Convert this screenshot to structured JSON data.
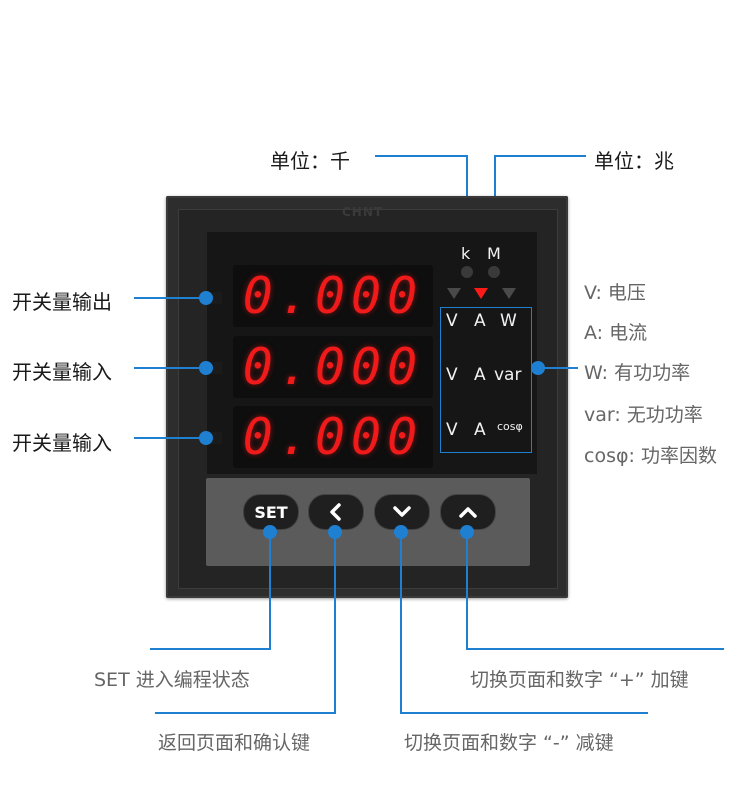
{
  "brand": "CHNT",
  "display": {
    "rows": [
      "0.000",
      "0.000",
      "0.000"
    ]
  },
  "indicators": {
    "k": "k",
    "M": "M",
    "units_row1": [
      "V",
      "A",
      "W"
    ],
    "units_row2": [
      "V",
      "A",
      "var"
    ],
    "units_row3": [
      "V",
      "A",
      "cosφ"
    ]
  },
  "callouts": {
    "top_left": "单位：千",
    "top_right": "单位：兆",
    "left": [
      "开关量输出",
      "开关量输入",
      "开关量输入"
    ],
    "right": [
      "V: 电压",
      "A: 电流",
      "W: 有功功率",
      "var: 无功功率",
      "cosφ: 功率因数"
    ],
    "bottom": {
      "set": "SET 进入编程状态",
      "back": "返回页面和确认键",
      "down": "切换页面和数字 “-” 减键",
      "up": "切换页面和数字 “+” 加键"
    }
  },
  "buttons": {
    "set": "SET"
  },
  "colors": {
    "accent": "#1f7fd1",
    "segment_red": "#f01a1a",
    "panel": "#2d2d2d"
  }
}
